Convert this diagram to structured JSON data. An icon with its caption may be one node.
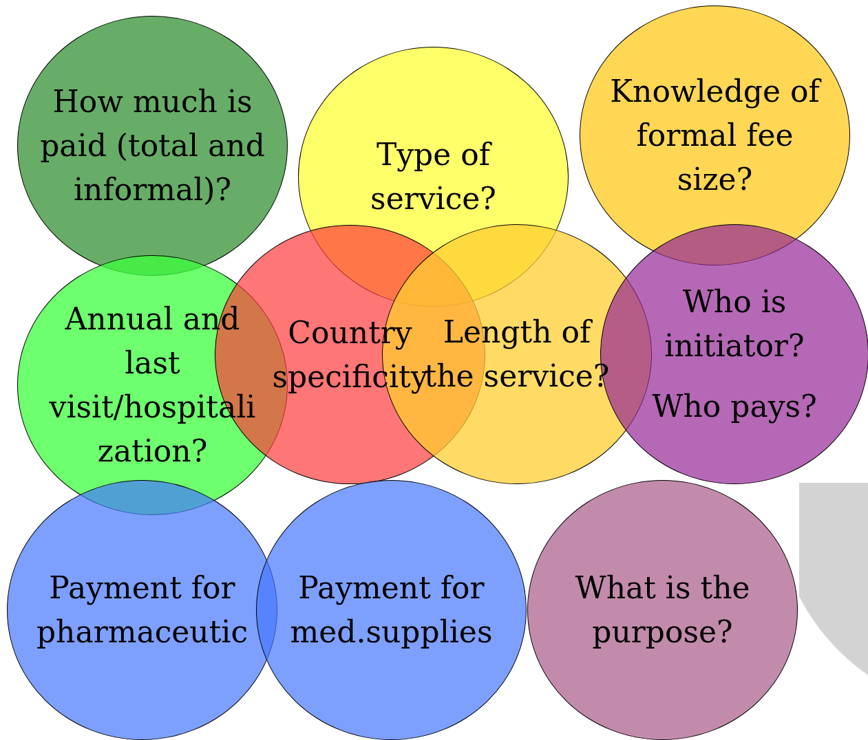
{
  "diagram": {
    "nodes": [
      {
        "text": [
          "How much is paid (total and informal)?"
        ]
      },
      {
        "text": [
          "Type of service?"
        ]
      },
      {
        "text": [
          "Knowledge of formal fee size?"
        ]
      },
      {
        "text": [
          "Annual and last visit/hospitalization?"
        ]
      },
      {
        "text": [
          "Country specificity"
        ]
      },
      {
        "text": [
          "Length of the service?"
        ]
      },
      {
        "text": [
          "Who is initiator?",
          "Who pays?"
        ]
      },
      {
        "text": [],
        "shape": "circle"
      },
      {
        "text": [
          "Payment for pharmaceutic"
        ]
      },
      {
        "text": [
          "Payment for med.supplies"
        ]
      },
      {
        "text": [
          "What is the purpose?"
        ]
      }
    ]
  }
}
